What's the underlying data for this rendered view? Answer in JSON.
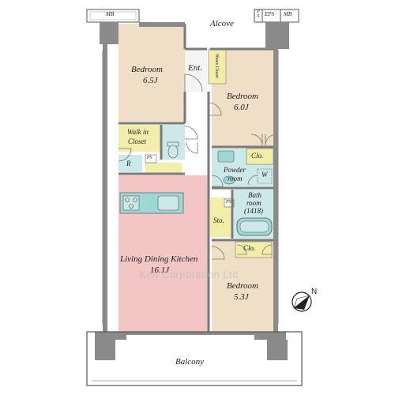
{
  "labels": {
    "mb_left": "MB",
    "mb_right": "MB",
    "eps": "EPS",
    "ps_top": "P S",
    "alcove": "Alcove",
    "bedroom_nw_name": "Bedroom",
    "bedroom_nw_size": "6.5J",
    "entrance": "Ent.",
    "shoes_closet": "Shoes Closet",
    "bedroom_ne_name": "Bedroom",
    "bedroom_ne_size": "6.0J",
    "walk_in_closet_1": "Walk in",
    "walk_in_closet_2": "Closet",
    "clo_upper": "Clo.",
    "r_mark": "R",
    "ps_mid": "PS",
    "powder_room_1": "Powder",
    "powder_room_2": "room",
    "w_mark": "W",
    "ps_bath": "PS",
    "bath_room_1": "Bath",
    "bath_room_2": "room",
    "bath_room_3": "(1418)",
    "storage": "Sto.",
    "clo_lower": "Clo.",
    "ldk_name": "Living Dining Kitchen",
    "ldk_size": "16.1J",
    "bedroom_se_name": "Bedroom",
    "bedroom_se_size": "5.3J",
    "watermark": "Ken Corporation Ltd",
    "balcony": "Balcony",
    "compass_n": "N"
  },
  "colors": {
    "wall": "#8a8a8a",
    "bedroom": "#efdfc6",
    "ldk": "#f3c6c6",
    "closet": "#f2eeaa",
    "wet_area": "#cde8e8",
    "fixture": "#9fd6d6",
    "balcony": "#ffffff"
  }
}
